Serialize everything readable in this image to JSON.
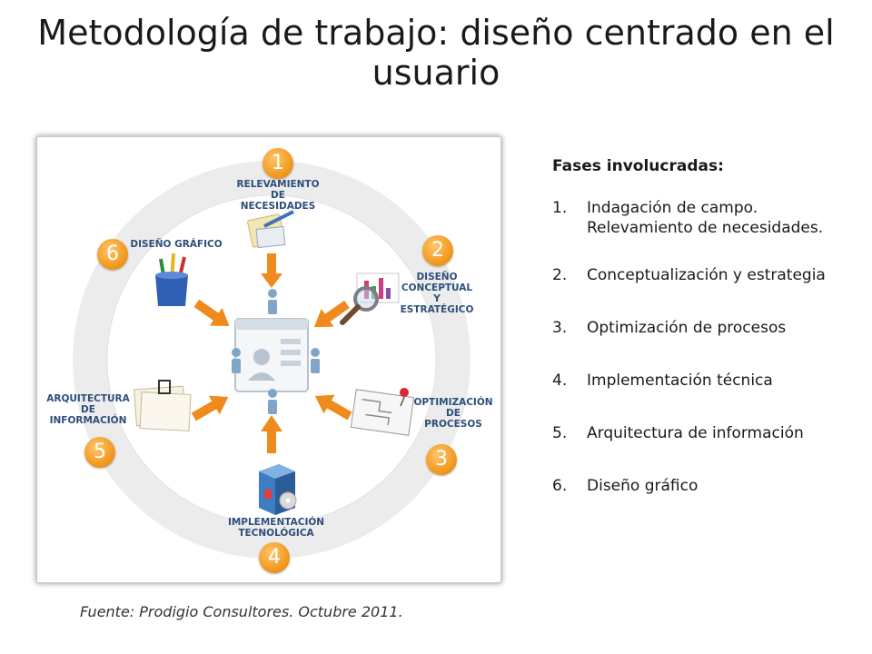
{
  "title": "Metodología de trabajo: diseño centrado en el usuario",
  "diagram": {
    "phases": [
      {
        "number": "1",
        "label": "RELEVAMIENTO\nDE\nNECESIDADES"
      },
      {
        "number": "2",
        "label": "DISEÑO\nCONCEPTUAL\nY\nESTRATÉGICO"
      },
      {
        "number": "3",
        "label": "OPTIMIZACIÓN\nDE\nPROCESOS"
      },
      {
        "number": "4",
        "label": "IMPLEMENTACIÓN\nTECNOLÓGICA"
      },
      {
        "number": "5",
        "label": "ARQUITECTURA\nDE\nINFORMACIÓN"
      },
      {
        "number": "6",
        "label": "DISEÑO GRÁFICO"
      }
    ],
    "colors": {
      "ring": "#ececec",
      "arrow": "#f08a1c",
      "label": "#2d4f7a",
      "person": "#7fa6c9"
    }
  },
  "source": "Fuente: Prodigio Consultores. Octubre 2011.",
  "panel": {
    "heading": "Fases involucradas:",
    "items": [
      {
        "num": "1.",
        "text": "Indagación de campo. Relevamiento de necesidades."
      },
      {
        "num": "2.",
        "text": "Conceptualización y estrategia"
      },
      {
        "num": "3.",
        "text": "Optimización de procesos"
      },
      {
        "num": "4.",
        "text": "Implementación técnica"
      },
      {
        "num": "5.",
        "text": "Arquitectura de información"
      },
      {
        "num": "6.",
        "text": "Diseño gráfico"
      }
    ]
  }
}
